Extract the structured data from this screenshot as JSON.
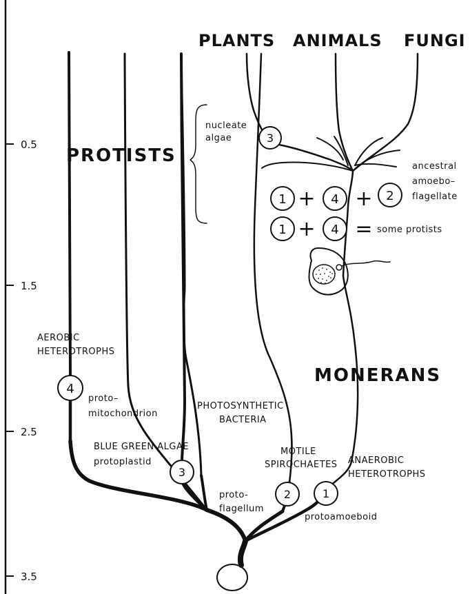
{
  "axis": {
    "ticks": [
      "0.5",
      "1.5",
      "2.5",
      "3.5"
    ]
  },
  "kingdoms": {
    "plants": "PLANTS",
    "animals": "ANIMALS",
    "fungi": "FUNGI",
    "protists": "PROTISTS",
    "monerans": "MONERANS"
  },
  "labels": {
    "nucleate_algae_1": "nucleate",
    "nucleate_algae_2": "algae",
    "ancestral_1": "ancestral",
    "ancestral_2": "amoebo–",
    "ancestral_3": "flagellate",
    "some_protists": "some protists",
    "aerobic_1": "AEROBIC",
    "aerobic_2": "HETEROTROPHS",
    "protomito_1": "proto–",
    "protomito_2": "mitochondrion",
    "photosynthetic_1": "PHOTOSYNTHETIC",
    "photosynthetic_2": "BACTERIA",
    "bluegreen_1": "BLUE GREEN ALGAE",
    "bluegreen_2": "protoplastid",
    "motile_1": "MOTILE",
    "motile_2": "SPIROCHAETES",
    "anaerobic_1": "ANAEROBIC",
    "anaerobic_2": "HETEROTROPHS",
    "protoflag_1": "proto-",
    "protoflag_2": "flagellum",
    "protoamoeboid": "protoamoeboid"
  },
  "equations": {
    "plus": "+",
    "equals": "="
  },
  "circles": {
    "one": "1",
    "two": "2",
    "three": "3",
    "four": "4"
  }
}
